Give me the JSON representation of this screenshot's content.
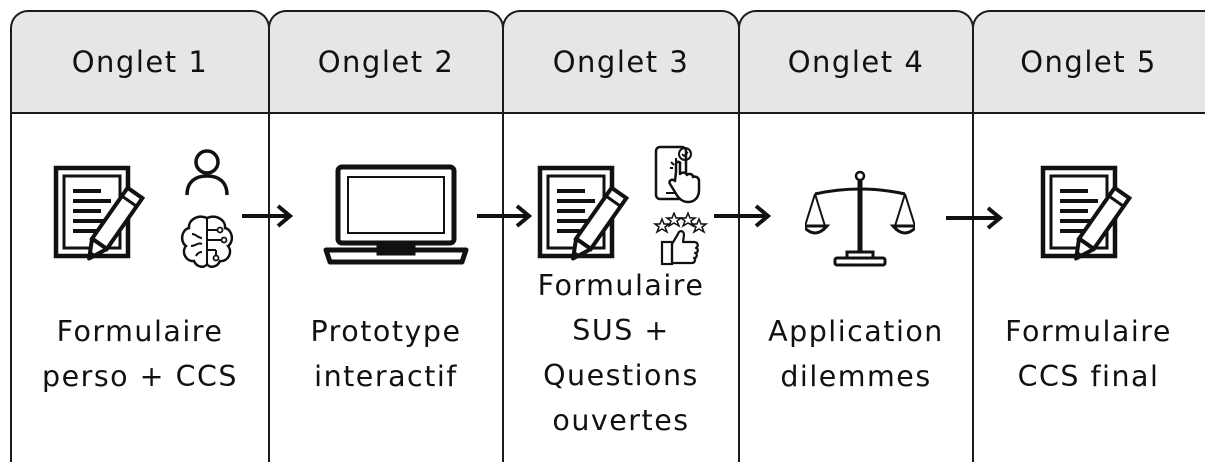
{
  "tabs": [
    {
      "title": "Onglet 1",
      "label_lines": [
        "Formulaire",
        "perso + CCS"
      ]
    },
    {
      "title": "Onglet 2",
      "label_lines": [
        "Prototype",
        "interactif"
      ]
    },
    {
      "title": "Onglet 3",
      "label_lines": [
        "Formulaire",
        "SUS +",
        "Questions",
        "ouvertes"
      ]
    },
    {
      "title": "Onglet 4",
      "label_lines": [
        "Application",
        "dilemmes"
      ]
    },
    {
      "title": "Onglet 5",
      "label_lines": [
        "Formulaire",
        "CCS final"
      ]
    }
  ],
  "icons": {
    "tab1": [
      "form-pencil-icon",
      "person-icon",
      "brain-circuit-icon"
    ],
    "tab2": [
      "laptop-icon"
    ],
    "tab3": [
      "form-pencil-icon",
      "phone-touch-icon",
      "thumbs-up-stars-icon"
    ],
    "tab4": [
      "balance-scale-icon"
    ],
    "tab5": [
      "form-pencil-icon"
    ]
  },
  "colors": {
    "header_bg": "#e6e6e6",
    "stroke": "#1a1a1a",
    "background": "#ffffff"
  }
}
